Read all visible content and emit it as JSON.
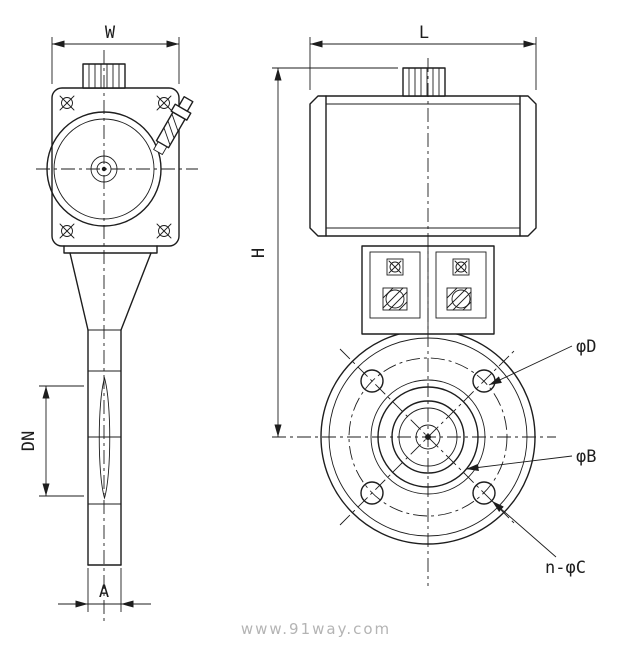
{
  "colors": {
    "background": "#ffffff",
    "line": "#1d1d1d",
    "watermark": "#b4b4b4"
  },
  "watermark": {
    "text": "www.91way.com"
  },
  "side_view": {
    "dimensions": {
      "width": "W",
      "nominal_bore": "DN",
      "outlet": "A"
    }
  },
  "front_view": {
    "dimensions": {
      "length": "L",
      "height": "H"
    },
    "callouts": {
      "flange_diameter": "φD",
      "bore_diameter": "φB",
      "bolt_holes": "n-φC"
    }
  }
}
